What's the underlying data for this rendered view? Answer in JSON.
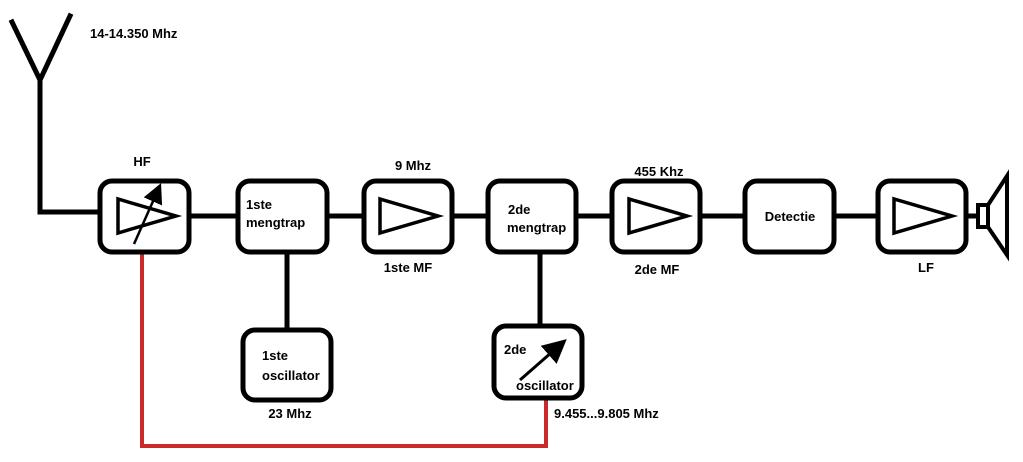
{
  "labels": {
    "frequency_range": "14-14.350 Mhz",
    "hf": "HF",
    "mixer1_line1": "1ste",
    "mixer1_line2": "mengtrap",
    "osc1_line1": "1ste",
    "osc1_line2": "oscillator",
    "osc1_freq": "23 Mhz",
    "if1_freq": "9 Mhz",
    "if1": "1ste MF",
    "mixer2_line1": "2de",
    "mixer2_line2": "mengtrap",
    "osc2_line1": "2de",
    "osc2_line2": "oscillator",
    "osc2_freq": "9.455...9.805 Mhz",
    "if2_freq": "455 Khz",
    "if2": "2de MF",
    "detection": "Detectie",
    "lf": "LF"
  },
  "colors": {
    "wire": "#000000",
    "tuning_link": "#cc2a2a",
    "background": "#ffffff"
  },
  "icons": [
    "antenna-icon",
    "amplifier-icon",
    "variable-amplifier-icon",
    "variable-oscillator-icon",
    "speaker-icon"
  ]
}
